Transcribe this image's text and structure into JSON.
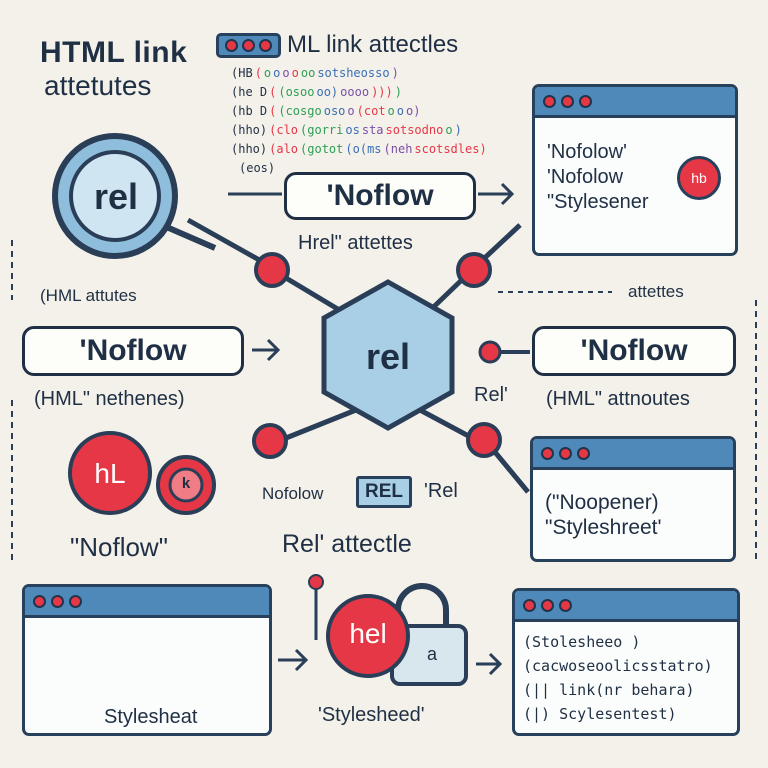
{
  "header": {
    "title": "HTML link",
    "subtitle": "attetutes",
    "code_window_title": "ML link attectles"
  },
  "code_lines": [
    [
      "(HB",
      "(",
      "o",
      "o",
      "o",
      "o",
      "oo",
      "sotsheosso",
      ")"
    ],
    [
      "(he D",
      "(",
      "(osoo",
      "oo)",
      "oooo",
      ")))",
      ")"
    ],
    [
      "(hb D",
      "(",
      "(cosgo",
      "oso",
      "o",
      "(cot",
      "o",
      "o",
      "o)"
    ],
    [
      "(hho)",
      "(clo",
      "(gorri",
      "os",
      "sta",
      "sotsodno",
      "o",
      ")"
    ],
    [
      "(hho)",
      "(alo",
      "(gotot",
      "(o(ms",
      "(neh",
      "scotsdles)"
    ],
    [
      "(eos)"
    ]
  ],
  "center": {
    "hex_label": "rel"
  },
  "magnifier": {
    "label": "rel"
  },
  "top_pill": {
    "label": "'Noflow"
  },
  "under_top_pill": "Hrel\" attettes",
  "top_right_window": {
    "lines": [
      "'Nofolow'",
      "'Nofolow",
      "\"Stylesener"
    ],
    "badge": "hb"
  },
  "left_label_1": "(HML attutes",
  "right_label_1": "attettes",
  "left_pill": {
    "label": "'Noflow"
  },
  "left_label_2": "(HML\" nethenes)",
  "right_pill": {
    "label": "'Noflow"
  },
  "right_rel_small": "Rel'",
  "right_label_2": "(HML\" attnoutes",
  "html_circle": {
    "label": "hL",
    "small": "k"
  },
  "noflow_quote": "\"Noflow\"",
  "rel_row": {
    "left": "Nofolow",
    "box": "REL",
    "right": "'Rel"
  },
  "rel_attectle": "Rel' attectle",
  "mid_right_window": {
    "lines": [
      "(\"Noopener)",
      "\"Styleshreet'"
    ]
  },
  "bottom_left_window": {
    "label": "Stylesheat"
  },
  "lock": {
    "label": "hel",
    "small": "a"
  },
  "bottom_center_label": "'Stylesheed'",
  "bottom_right_window": {
    "lines": [
      "(Stolesheeo )",
      "(cacwoseoolicsstatro)",
      "(|| link(nr behara)",
      "(|)  Scylesentest)"
    ]
  },
  "colors": {
    "accent_red": "#e63747",
    "window_bar": "#4e89b9",
    "hex_fill": "#a8cfe6",
    "ink": "#1f2f44"
  }
}
